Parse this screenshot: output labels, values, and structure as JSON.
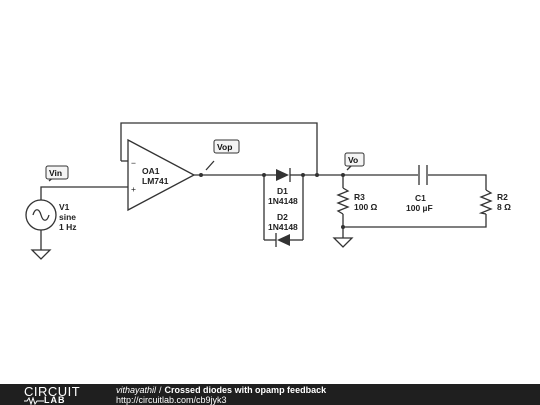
{
  "circuit": {
    "opamp": {
      "name": "OA1",
      "part": "LM741",
      "minus": "−",
      "plus": "+"
    },
    "source": {
      "name": "V1",
      "type": "sine",
      "freq": "1 Hz"
    },
    "diode1": {
      "name": "D1",
      "part": "1N4148"
    },
    "diode2": {
      "name": "D2",
      "part": "1N4148"
    },
    "r3": {
      "name": "R3",
      "value": "100 Ω"
    },
    "c1": {
      "name": "C1",
      "value": "100 µF"
    },
    "r2": {
      "name": "R2",
      "value": "8 Ω"
    },
    "probes": {
      "vin": "Vin",
      "vop": "Vop",
      "vo": "Vo"
    }
  },
  "footer": {
    "logo_top": "CIRCUIT",
    "logo_bottom": "LAB",
    "author": "vithayathil",
    "separator": "/",
    "title": "Crossed diodes with opamp feedback",
    "url": "http://circuitlab.com/cb9jyk3"
  }
}
